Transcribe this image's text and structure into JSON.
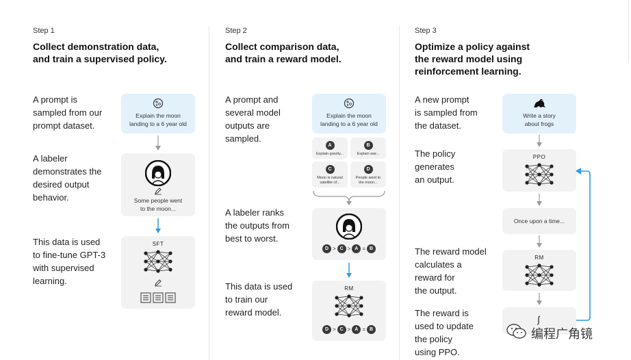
{
  "steps": [
    {
      "step": "Step 1",
      "title_line1": "Collect demonstration data,",
      "title_line2": "and train a supervised policy.",
      "desc1": [
        "A prompt is",
        "sampled from our",
        "prompt dataset."
      ],
      "desc2": [
        "A labeler",
        "demonstrates the",
        "desired output",
        "behavior."
      ],
      "desc3": [
        "This data is used",
        "to fine-tune GPT-3",
        "with supervised",
        "learning."
      ],
      "prompt_card": [
        "Explain the moon",
        "landing to a 6 year old"
      ],
      "output_card": [
        "Some people went",
        "to the moon..."
      ],
      "model_label": "SFT"
    },
    {
      "step": "Step 2",
      "title_line1": "Collect comparison data,",
      "title_line2": "and train a reward model.",
      "desc1": [
        "A prompt and",
        "several model",
        "outputs are",
        "sampled."
      ],
      "desc2": [
        "A labeler ranks",
        "the outputs from",
        "best to worst."
      ],
      "desc3": [
        "This data is used",
        "to train our",
        "reward model."
      ],
      "prompt_card": [
        "Explain the moon",
        "landing to a 6 year old"
      ],
      "outputs": [
        {
          "letter": "A",
          "text": [
            "Explain gravity..."
          ]
        },
        {
          "letter": "B",
          "text": [
            "Explain war..."
          ]
        },
        {
          "letter": "C",
          "text": [
            "Moon is natural",
            "satellite of..."
          ]
        },
        {
          "letter": "D",
          "text": [
            "People went to",
            "the moon..."
          ]
        }
      ],
      "ranking": [
        "D",
        ">",
        "C",
        ">",
        "A",
        "=",
        "B"
      ],
      "model_label": "RM"
    },
    {
      "step": "Step 3",
      "title_line1": "Optimize a policy against",
      "title_line2": "the reward model using",
      "title_line3": "reinforcement learning.",
      "desc1": [
        "A new prompt",
        "is sampled from",
        "the dataset."
      ],
      "desc2": [
        "The policy",
        "generates",
        "an output."
      ],
      "desc3": [
        "The reward model",
        "calculates a",
        "reward for",
        "the output."
      ],
      "desc4": [
        "The reward is",
        "used to update",
        "the policy",
        "using PPO."
      ],
      "prompt_card": [
        "Write a story",
        "about frogs"
      ],
      "policy_label": "PPO",
      "output_text": "Once upon a time...",
      "reward_label": "RM"
    }
  ],
  "watermark": "编程广角镜",
  "colors": {
    "arrow_blue": "#2f9be8",
    "arrow_gray": "#9a9a9a",
    "card_blue": "#e3f1fb",
    "card_gray": "#f2f2f2"
  }
}
